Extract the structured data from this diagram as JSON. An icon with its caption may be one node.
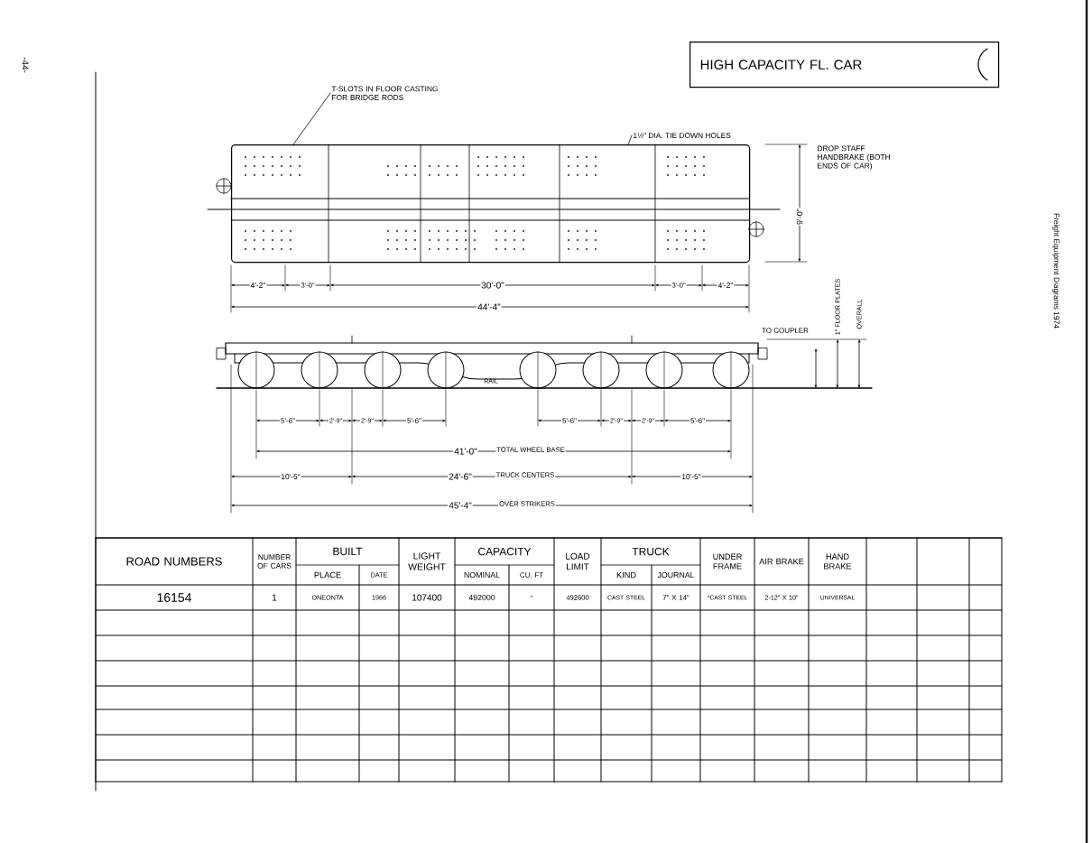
{
  "diagram": {
    "nodes": [
      {
        "text": [
          "HIGH CAPACITY FL. CAR"
        ]
      },
      {
        "text": [
          "T-SLOTS IN FLOOR CASTING FOR BRIDGE RODS"
        ]
      },
      {
        "text": [
          "1½\" DIA. TIE DOWN HOLES"
        ]
      },
      {
        "text": [],
        "shape": "picture"
      }
    ],
    "edges": [
      {
        "from": 1,
        "to": 3,
        "arrow": "none"
      },
      {
        "from": 2,
        "to": 3,
        "arrow": "none"
      }
    ],
    "labels": [
      "-44-",
      "DROP STAFF HANDBRAKE (BOTH ENDS OF CAR)",
      "9'-0\"",
      "4'-2\"",
      "3'-0\"",
      "30'-0\"",
      "3'-0\"",
      "4'-2\"",
      "44'-4\"",
      "1\" FLOOR PLATES",
      "OVERALL",
      "TO COUPLER",
      "RAIL",
      "5'-6\"",
      "2'-9\"",
      "2'-9\"",
      "5'-6\"",
      "5'-6\"",
      "2'-9\"",
      "2'-9\"",
      "5'-6\"",
      "41'-0\"",
      "TOTAL WHEEL BASE",
      "10'-5\"",
      "24'-6\"",
      "TRUCK CENTERS",
      "10'-5\"",
      "45'-4\"",
      "OVER STRIKERS",
      "Freight Equipment Diagrams 1974",
      "ROAD NUMBERS",
      "NUMBER OF CARS",
      "BUILT",
      "LIGHT WEIGHT",
      "CAPACITY",
      "LOAD LIMIT",
      "TRUCK",
      "UNDER FRAME",
      "AIR BRAKE",
      "HAND BRAKE",
      "PLACE",
      "DATE",
      "NOMINAL",
      "CU. FT",
      "KIND",
      "JOURNAL",
      "16154",
      "1",
      "ONEONTA",
      "1966",
      "107400",
      "492000",
      "-",
      "492600",
      "CAST STEEL",
      "7\" X 14\"",
      "*CAST STEEL",
      "2-12\" X 10\"",
      "UNIVERSAL"
    ]
  }
}
